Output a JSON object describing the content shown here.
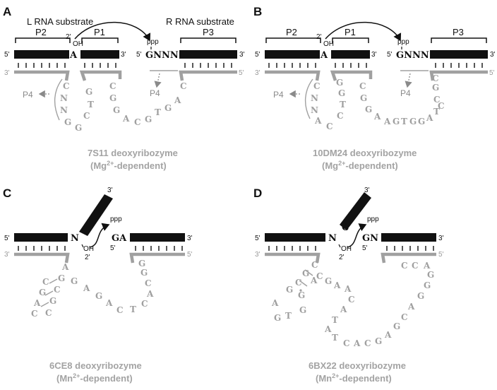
{
  "panels": {
    "A": {
      "letter": "A",
      "l_substrate": "L RNA substrate",
      "r_substrate": "R RNA substrate",
      "p2": "P2",
      "p1": "P1",
      "p3": "P3",
      "two_prime": "2'",
      "oh": "OH",
      "ppp": "ppp",
      "a_nt": "A",
      "gnnn": "GNNN",
      "five_prime": "5'",
      "three_prime": "3'",
      "p4": "P4",
      "loop": [
        "C",
        "N",
        "N",
        "G",
        "G",
        "C",
        "T",
        "G",
        "C",
        "G",
        "G",
        "A",
        "C",
        "G",
        "T",
        "G",
        "A",
        "C"
      ],
      "name": "7S11 deoxyribozyme",
      "cond_pre": "(Mg",
      "cond_sup": "2+",
      "cond_post": "-dependent)"
    },
    "B": {
      "letter": "B",
      "p2": "P2",
      "p1": "P1",
      "p3": "P3",
      "two_prime": "2'",
      "oh": "OH",
      "ppp": "ppp",
      "a_nt": "A",
      "gnnn": "GNNN",
      "five_prime": "5'",
      "three_prime": "3'",
      "p4": "P4",
      "loop": [
        "C",
        "N",
        "N",
        "A",
        "C",
        "C",
        "T",
        "G",
        "G",
        "C",
        "G",
        "G",
        "A",
        "A",
        "G",
        "T",
        "G",
        "G",
        "A",
        "T",
        "G",
        "C",
        "C",
        "C"
      ],
      "name": "10DM24 deoxyribozyme",
      "cond_pre": "(Mg",
      "cond_sup": "2+",
      "cond_post": "-dependent)"
    },
    "C": {
      "letter": "C",
      "n_nt": "N",
      "ga_nt": "GA",
      "two_prime": "2'",
      "oh": "OH",
      "ppp": "ppp",
      "five_prime": "5'",
      "three_prime": "3'",
      "loop": [
        "A",
        "G",
        "C",
        "G",
        "C",
        "C",
        "A",
        "G",
        "C",
        "G",
        "A",
        "G",
        "A",
        "C",
        "T",
        "C",
        "A",
        "C",
        "G",
        "G"
      ],
      "name": "6CE8 deoxyribozyme",
      "cond_pre": "(Mn",
      "cond_sup": "2+",
      "cond_post": "-dependent)"
    },
    "D": {
      "letter": "D",
      "n_nt": "N",
      "c_nt": "C",
      "gn_nt": "GN",
      "two_prime": "2'",
      "oh": "OH",
      "ppp": "ppp",
      "five_prime": "5'",
      "three_prime": "3'",
      "loop": [
        "C",
        "G",
        "C",
        "G",
        "A",
        "G",
        "T",
        "G",
        "G",
        "A",
        "C",
        "G",
        "A",
        "A",
        "C",
        "A",
        "T",
        "A",
        "T",
        "C",
        "A",
        "C",
        "G",
        "A",
        "G",
        "C",
        "A",
        "G",
        "G",
        "G",
        "A",
        "C",
        "C"
      ],
      "name": "6BX22 deoxyribozyme",
      "cond_pre": "(Mn",
      "cond_sup": "2+",
      "cond_post": "-dependent)"
    }
  },
  "colors": {
    "strand": "#111111",
    "dna": "#a0a0a0",
    "caption": "#a3a3a3"
  }
}
